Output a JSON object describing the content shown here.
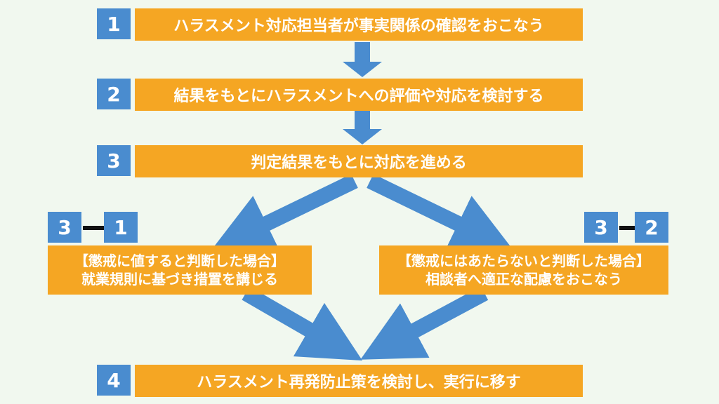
{
  "steps": [
    {
      "number": "1",
      "label": "ハラスメント対応担当者が事実関係の確認をおこなう"
    },
    {
      "number": "2",
      "label": "結果をもとにハラスメントへの評価や対応を検討する"
    },
    {
      "number": "3",
      "label": "判定結果をもとに対応を進める"
    },
    {
      "number": "4",
      "label": "ハラスメント再発防止策を検討し、実行に移す"
    }
  ],
  "branches": [
    {
      "number_main": "3",
      "number_sub": "1",
      "line1": "【懲戒に値すると判断した場合】",
      "line2": "就業規則に基づき措置を講じる"
    },
    {
      "number_main": "3",
      "number_sub": "2",
      "line1": "【懲戒にはあたらないと判断した場合】",
      "line2": "相談者へ適正な配慮をおこなう"
    }
  ],
  "colors": {
    "box": "#f5a623",
    "number_badge": "#4a8ccf",
    "arrow": "#4a8ccf",
    "background": "#f1f8ef"
  }
}
